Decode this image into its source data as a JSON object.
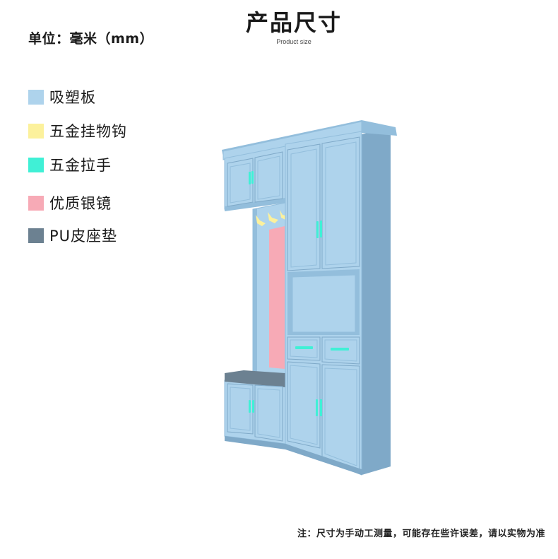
{
  "unit_label": "单位：毫米（mm）",
  "title": "产品尺寸",
  "subtitle": "Product size",
  "legend": [
    {
      "label": "吸塑板",
      "color": "#aed3ec"
    },
    {
      "label": "五金挂物钩",
      "color": "#fcf19c"
    },
    {
      "label": "五金拉手",
      "color": "#40f0d6"
    },
    {
      "label": "优质银镜",
      "color": "#f7aab6"
    },
    {
      "label": "PU皮座垫",
      "color": "#6c8191"
    }
  ],
  "colors": {
    "panel": "#aed3ec",
    "panel_dark": "#93bedc",
    "panel_shadow": "#7fa9c8",
    "hook": "#fcf19c",
    "handle": "#40f0d6",
    "mirror": "#f7aab6",
    "cushion": "#6c8191"
  },
  "footnote": "注：尺寸为手动工测量，可能存在些许误差，请以实物为准"
}
